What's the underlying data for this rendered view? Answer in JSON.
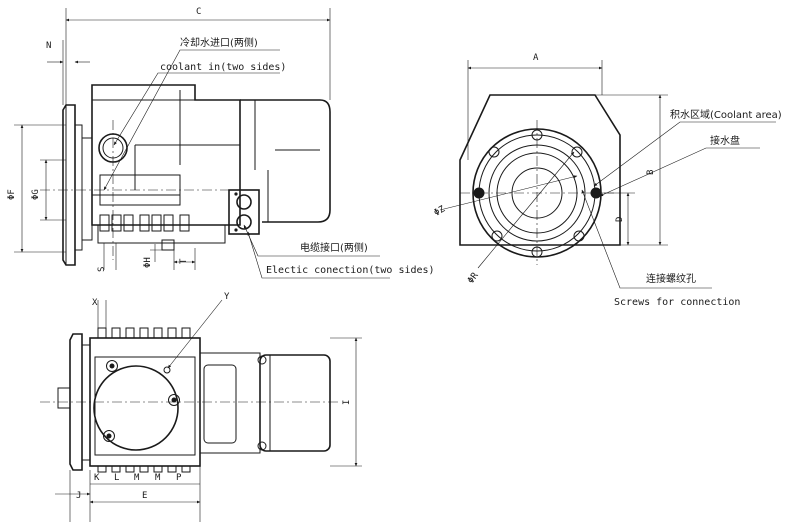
{
  "dimensions": {
    "C": "C",
    "N": "N",
    "F": "ΦF",
    "G": "ΦG",
    "S": "S",
    "H": "ΦH",
    "T": "T",
    "A": "A",
    "B": "B",
    "D": "D",
    "Z": "ΦZ",
    "R": "ΦR",
    "X": "X",
    "Y": "Y",
    "I": "I",
    "J": "J",
    "K": "K",
    "L": "L",
    "M1": "M",
    "M2": "M",
    "P": "P",
    "E": "E"
  },
  "callouts": {
    "coolant_in_cn": "冷却水进口(两侧)",
    "coolant_in_en": "coolant in(two sides)",
    "cable_cn": "电缆接口(两侧)",
    "cable_en": "Electic conection(two sides)",
    "coolant_area": "积水区域(Coolant area)",
    "drip_tray": "接水盘",
    "screws_cn": "连接螺纹孔",
    "screws_en": "Screws for connection"
  }
}
